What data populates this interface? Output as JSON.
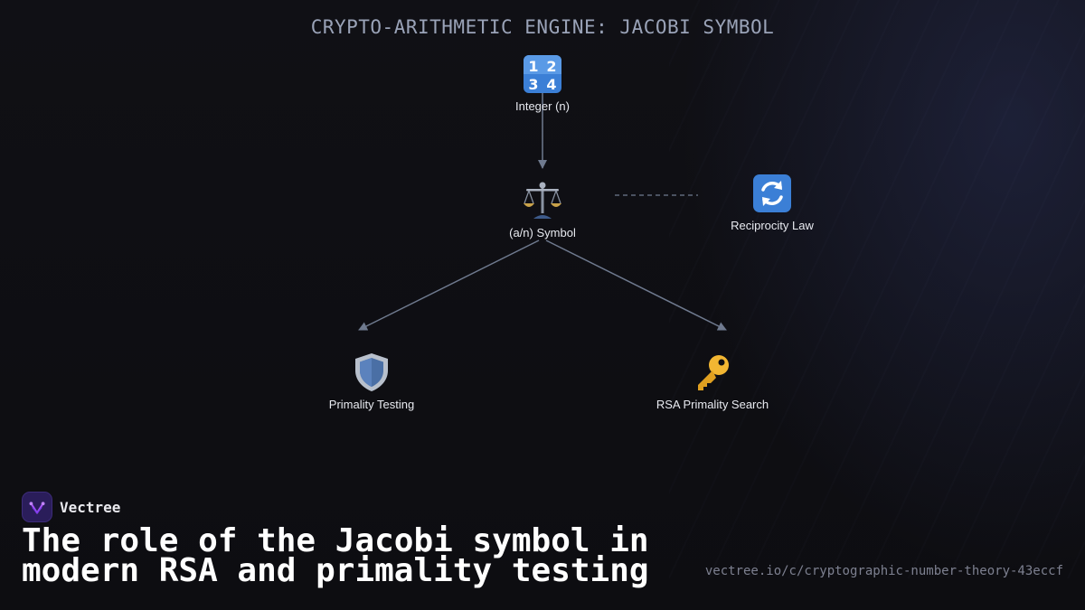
{
  "diagram": {
    "title": "CRYPTO-ARITHMETIC ENGINE: JACOBI SYMBOL",
    "nodes": {
      "integer": {
        "label": "Integer (n)",
        "icon": "input-numbers-icon"
      },
      "symbol": {
        "label": "(a/n) Symbol",
        "icon": "balance-scale-icon"
      },
      "reciprocity": {
        "label": "Reciprocity Law",
        "icon": "counterclockwise-arrows-icon"
      },
      "primality": {
        "label": "Primality Testing",
        "icon": "shield-icon"
      },
      "rsa": {
        "label": "RSA Primality Search",
        "icon": "key-icon"
      }
    },
    "edges": [
      {
        "from": "integer",
        "to": "symbol",
        "style": "solid-arrow"
      },
      {
        "from": "symbol",
        "to": "reciprocity",
        "style": "dashed"
      },
      {
        "from": "symbol",
        "to": "primality",
        "style": "solid-arrow"
      },
      {
        "from": "symbol",
        "to": "rsa",
        "style": "solid-arrow"
      }
    ],
    "colors": {
      "edge": "#6f7a8f",
      "accent_purple": "#a855f7",
      "background": "#0e0e12"
    }
  },
  "footer": {
    "brand_name": "Vectree",
    "brand_icon": "vectree-logo-icon",
    "headline": "The role of the Jacobi symbol in modern RSA and primality testing",
    "source_url": "vectree.io/c/cryptographic-number-theory-43eccf"
  }
}
